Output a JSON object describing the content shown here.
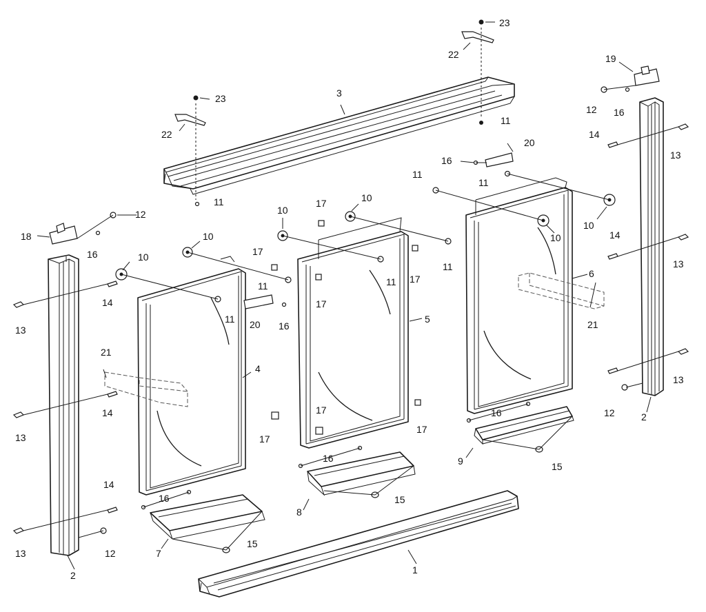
{
  "callouts": [
    {
      "id": "c1",
      "text": "1"
    },
    {
      "id": "c2a",
      "text": "2"
    },
    {
      "id": "c2b",
      "text": "2"
    },
    {
      "id": "c3",
      "text": "3"
    },
    {
      "id": "c4",
      "text": "4"
    },
    {
      "id": "c5",
      "text": "5"
    },
    {
      "id": "c6",
      "text": "6"
    },
    {
      "id": "c7",
      "text": "7"
    },
    {
      "id": "c8",
      "text": "8"
    },
    {
      "id": "c9",
      "text": "9"
    },
    {
      "id": "c10a",
      "text": "10"
    },
    {
      "id": "c10b",
      "text": "10"
    },
    {
      "id": "c10c",
      "text": "10"
    },
    {
      "id": "c10d",
      "text": "10"
    },
    {
      "id": "c10e",
      "text": "10"
    },
    {
      "id": "c10f",
      "text": "10"
    },
    {
      "id": "c11a",
      "text": "11"
    },
    {
      "id": "c11b",
      "text": "11"
    },
    {
      "id": "c11c",
      "text": "11"
    },
    {
      "id": "c11d",
      "text": "11"
    },
    {
      "id": "c11e",
      "text": "11"
    },
    {
      "id": "c11f",
      "text": "11"
    },
    {
      "id": "c11g",
      "text": "11"
    },
    {
      "id": "c11h",
      "text": "11"
    },
    {
      "id": "c12a",
      "text": "12"
    },
    {
      "id": "c12b",
      "text": "12"
    },
    {
      "id": "c12c",
      "text": "12"
    },
    {
      "id": "c12d",
      "text": "12"
    },
    {
      "id": "c13a",
      "text": "13"
    },
    {
      "id": "c13b",
      "text": "13"
    },
    {
      "id": "c13c",
      "text": "13"
    },
    {
      "id": "c13d",
      "text": "13"
    },
    {
      "id": "c13e",
      "text": "13"
    },
    {
      "id": "c13f",
      "text": "13"
    },
    {
      "id": "c14a",
      "text": "14"
    },
    {
      "id": "c14b",
      "text": "14"
    },
    {
      "id": "c14c",
      "text": "14"
    },
    {
      "id": "c14d",
      "text": "14"
    },
    {
      "id": "c14e",
      "text": "14"
    },
    {
      "id": "c15a",
      "text": "15"
    },
    {
      "id": "c15b",
      "text": "15"
    },
    {
      "id": "c15c",
      "text": "15"
    },
    {
      "id": "c16a",
      "text": "16"
    },
    {
      "id": "c16b",
      "text": "16"
    },
    {
      "id": "c16c",
      "text": "16"
    },
    {
      "id": "c16d",
      "text": "16"
    },
    {
      "id": "c16e",
      "text": "16"
    },
    {
      "id": "c16f",
      "text": "16"
    },
    {
      "id": "c16g",
      "text": "16"
    },
    {
      "id": "c17a",
      "text": "17"
    },
    {
      "id": "c17b",
      "text": "17"
    },
    {
      "id": "c17c",
      "text": "17"
    },
    {
      "id": "c17d",
      "text": "17"
    },
    {
      "id": "c17e",
      "text": "17"
    },
    {
      "id": "c17f",
      "text": "17"
    },
    {
      "id": "c17g",
      "text": "17"
    },
    {
      "id": "c18",
      "text": "18"
    },
    {
      "id": "c19",
      "text": "19"
    },
    {
      "id": "c20a",
      "text": "20"
    },
    {
      "id": "c20b",
      "text": "20"
    },
    {
      "id": "c21a",
      "text": "21"
    },
    {
      "id": "c21b",
      "text": "21"
    },
    {
      "id": "c22a",
      "text": "22"
    },
    {
      "id": "c22b",
      "text": "22"
    },
    {
      "id": "c23a",
      "text": "23"
    },
    {
      "id": "c23b",
      "text": "23"
    }
  ]
}
